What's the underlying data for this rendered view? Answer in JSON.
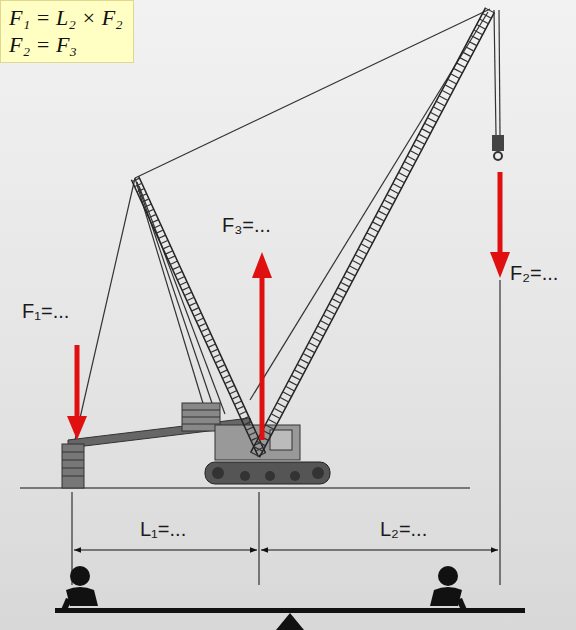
{
  "diagram": {
    "nodes": [
      {
        "text": [
          "F₁ = L₂ × F₂",
          "F₂ = F₃"
        ]
      }
    ],
    "labels": [
      "F₁=...",
      "F₃=...",
      "F₂=...",
      "L₁=...",
      "L₂=..."
    ]
  }
}
